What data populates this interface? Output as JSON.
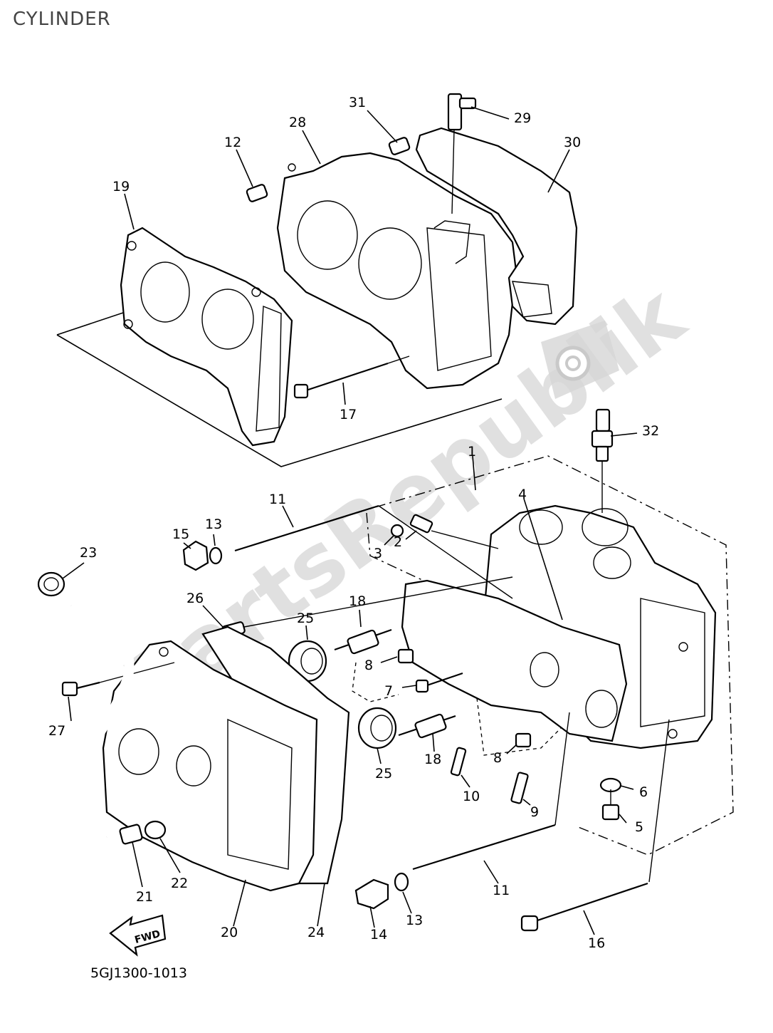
{
  "title": "CYLINDER",
  "diagram_code": "5GJ1300-1013",
  "fwd_label": "FWD",
  "watermark": "PartsRepublik",
  "callouts": {
    "c1": "1",
    "c2": "2",
    "c3": "3",
    "c4": "4",
    "c5": "5",
    "c6": "6",
    "c7": "7",
    "c8a": "8",
    "c8b": "8",
    "c9": "9",
    "c10": "10",
    "c11a": "11",
    "c11b": "11",
    "c12": "12",
    "c13a": "13",
    "c13b": "13",
    "c14": "14",
    "c15": "15",
    "c16": "16",
    "c17": "17",
    "c18a": "18",
    "c18b": "18",
    "c19": "19",
    "c20": "20",
    "c21": "21",
    "c22": "22",
    "c23": "23",
    "c24": "24",
    "c25a": "25",
    "c25b": "25",
    "c26": "26",
    "c27": "27",
    "c28": "28",
    "c29": "29",
    "c30": "30",
    "c31": "31",
    "c32": "32"
  }
}
